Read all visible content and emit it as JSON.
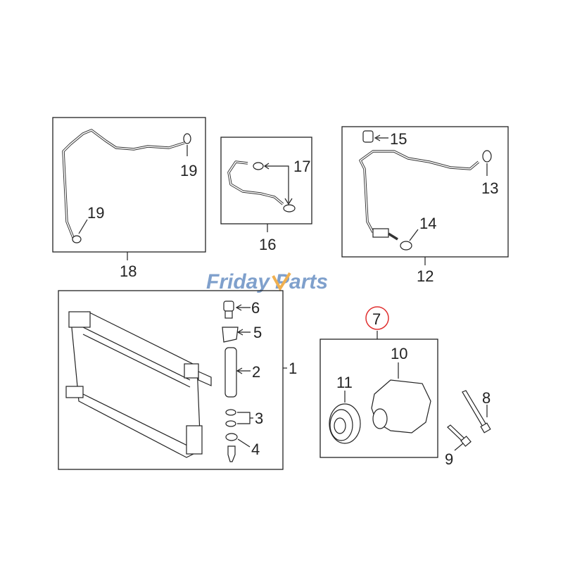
{
  "watermark": {
    "text": "FridayParts",
    "part1": "Friday",
    "part2": "Parts",
    "accent_color": "#f0b050",
    "text_color": "#7fa0cc"
  },
  "callouts": {
    "c1": "1",
    "c2": "2",
    "c3": "3",
    "c4": "4",
    "c5": "5",
    "c6": "6",
    "c7": "7",
    "c8": "8",
    "c9": "9",
    "c10": "10",
    "c11": "11",
    "c12": "12",
    "c13": "13",
    "c14": "14",
    "c15": "15",
    "c16": "16",
    "c17": "17",
    "c18": "18",
    "c19a": "19",
    "c19b": "19"
  },
  "highlight": {
    "callout": "7",
    "color": "#e03030"
  }
}
